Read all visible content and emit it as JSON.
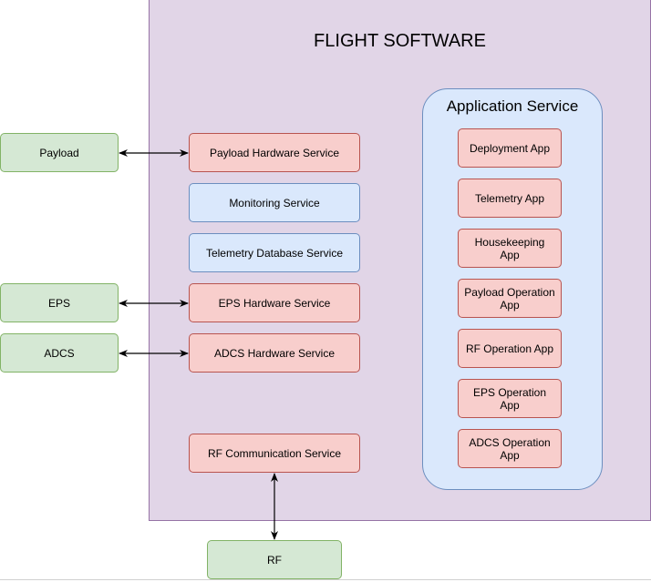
{
  "title": "FLIGHT SOFTWARE",
  "application_service": {
    "title": "Application Service",
    "apps": [
      "Deployment App",
      "Telemetry App",
      "Housekeeping\nApp",
      "Payload Operation\nApp",
      "RF Operation App",
      "EPS Operation\nApp",
      "ADCS Operation\nApp"
    ]
  },
  "services": {
    "payload_hw": "Payload Hardware Service",
    "monitoring": "Monitoring Service",
    "telemetry_db": "Telemetry Database Service",
    "eps_hw": "EPS Hardware Service",
    "adcs_hw": "ADCS Hardware Service",
    "rf_comm": "RF Communication Service"
  },
  "external": {
    "payload": "Payload",
    "eps": "EPS",
    "adcs": "ADCS",
    "rf": "RF"
  },
  "colors": {
    "container_fill": "#e1d5e7",
    "container_stroke": "#9673a6",
    "red_fill": "#f8cecc",
    "red_stroke": "#b85450",
    "blue_fill": "#dae8fc",
    "blue_stroke": "#6c8ebf",
    "green_fill": "#d5e8d4",
    "green_stroke": "#82b366",
    "arrow": "#000000"
  }
}
